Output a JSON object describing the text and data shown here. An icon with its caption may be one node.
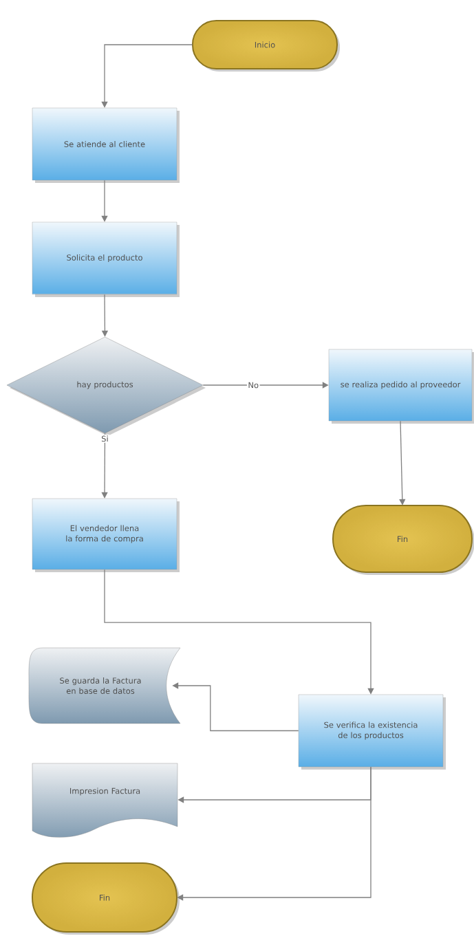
{
  "diagram": {
    "nodes": [
      {
        "text": [
          "Inicio"
        ]
      },
      {
        "text": [
          "Se atiende al cliente"
        ]
      },
      {
        "text": [
          "Solicita el producto"
        ]
      },
      {
        "text": [
          "hay productos"
        ]
      },
      {
        "text": [
          "se realiza pedido al proveedor"
        ]
      },
      {
        "text": [
          "Fin"
        ]
      },
      {
        "text": [
          "El vendedor llena la forma de compra"
        ]
      },
      {
        "text": [
          "Se guarda la Factura en base de datos"
        ]
      },
      {
        "text": [
          "Se verifica la existencia de los productos"
        ]
      },
      {
        "text": [
          "Impresion Factura"
        ]
      },
      {
        "text": [
          "Fin"
        ]
      }
    ],
    "edges": [
      {
        "from": 0,
        "to": 1,
        "arrow": "to"
      },
      {
        "from": 1,
        "to": 2,
        "arrow": "to"
      },
      {
        "from": 2,
        "to": 3,
        "arrow": "to"
      },
      {
        "from": 3,
        "to": 4,
        "arrow": "to",
        "label": "No"
      },
      {
        "from": 3,
        "to": 6,
        "arrow": "to",
        "label": "Si"
      },
      {
        "from": 4,
        "to": 5,
        "arrow": "to"
      },
      {
        "from": 6,
        "to": 8,
        "arrow": "to"
      },
      {
        "from": 8,
        "to": 7,
        "arrow": "to"
      },
      {
        "from": 8,
        "to": 9,
        "arrow": "to"
      },
      {
        "from": 8,
        "to": 10,
        "arrow": "to"
      }
    ]
  }
}
